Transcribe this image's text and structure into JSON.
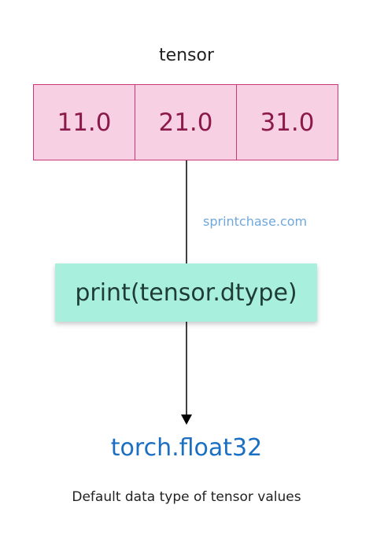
{
  "diagram": {
    "tensor_label": "tensor",
    "tensor_values": [
      "11.0",
      "21.0",
      "31.0"
    ],
    "watermark": "sprintchase.com",
    "function_call": "print(tensor.dtype)",
    "result": "torch.float32",
    "caption": "Default data type of tensor values"
  },
  "colors": {
    "tensor_fill": "#f7d0e4",
    "tensor_border": "#c8397a",
    "tensor_text": "#8b1a4a",
    "function_fill": "#a8f0dd",
    "result_text": "#1a6fc2",
    "watermark_text": "#6fa8dc"
  }
}
